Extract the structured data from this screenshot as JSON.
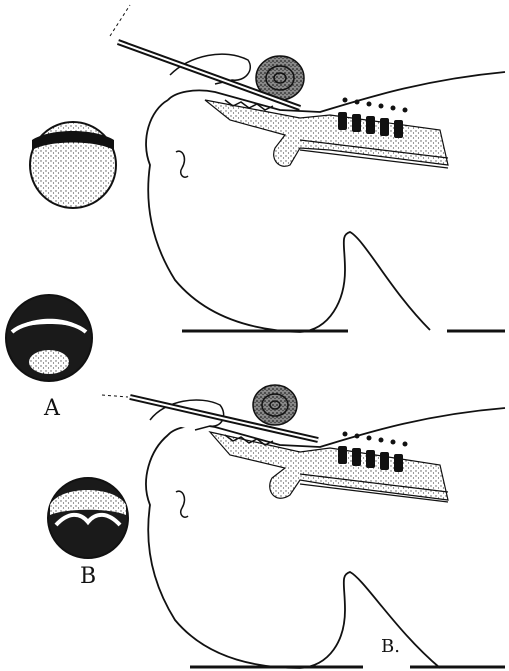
{
  "figure": {
    "labels": {
      "circle_a": "A",
      "circle_b": "B",
      "panel_b": "B."
    },
    "colors": {
      "ink": "#111111",
      "paper": "#ffffff",
      "stipple": "#555555"
    }
  }
}
